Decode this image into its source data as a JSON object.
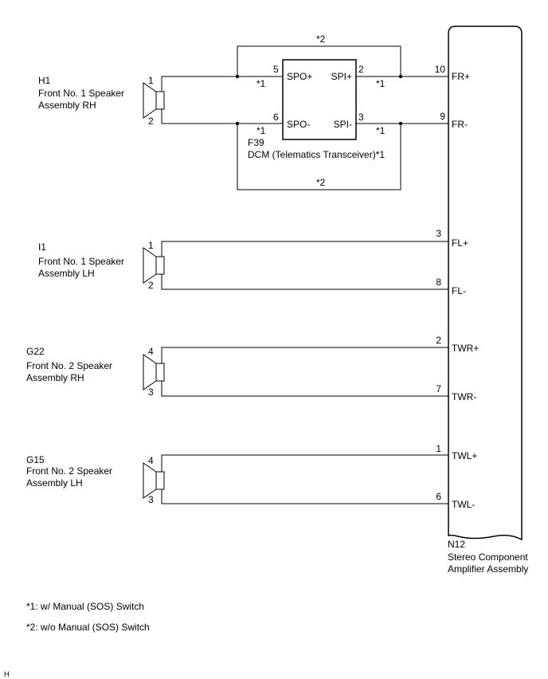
{
  "speakers": [
    {
      "code": "H1",
      "name_line1": "Front No. 1 Speaker",
      "name_line2": "Assembly RH",
      "pin_top": "1",
      "pin_bottom": "2"
    },
    {
      "code": "I1",
      "name_line1": "Front No. 1 Speaker",
      "name_line2": "Assembly LH",
      "pin_top": "1",
      "pin_bottom": "2"
    },
    {
      "code": "G22",
      "name_line1": "Front No. 2 Speaker",
      "name_line2": "Assembly RH",
      "pin_top": "4",
      "pin_bottom": "3"
    },
    {
      "code": "G15",
      "name_line1": "Front No. 2 Speaker",
      "name_line2": "Assembly LH",
      "pin_top": "4",
      "pin_bottom": "3"
    }
  ],
  "dcm": {
    "code": "F39",
    "name": "DCM (Telematics Transceiver)*1",
    "terms": {
      "spo_plus": "SPO+",
      "spo_minus": "SPO-",
      "spi_plus": "SPI+",
      "spi_minus": "SPI-"
    },
    "pins": {
      "spo_plus": "5",
      "spo_minus": "6",
      "spi_plus": "2",
      "spi_minus": "3"
    },
    "note1": "*1",
    "note2": "*2"
  },
  "amplifier": {
    "code": "N12",
    "name_line1": "Stereo Component",
    "name_line2": "Amplifier Assembly",
    "terminals": [
      {
        "pin": "10",
        "label": "FR+"
      },
      {
        "pin": "9",
        "label": "FR-"
      },
      {
        "pin": "3",
        "label": "FL+"
      },
      {
        "pin": "8",
        "label": "FL-"
      },
      {
        "pin": "2",
        "label": "TWR+"
      },
      {
        "pin": "7",
        "label": "TWR-"
      },
      {
        "pin": "1",
        "label": "TWL+"
      },
      {
        "pin": "6",
        "label": "TWL-"
      }
    ]
  },
  "notes": {
    "note1": "*1: w/ Manual (SOS) Switch",
    "note2": "*2: w/o Manual (SOS) Switch"
  },
  "corner_mark": "H"
}
